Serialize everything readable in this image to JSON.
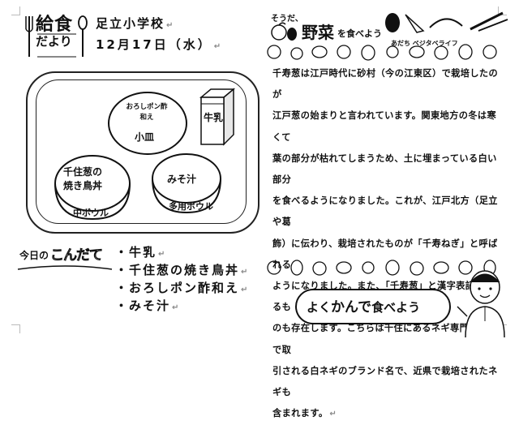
{
  "header": {
    "logo_line1": "給食",
    "logo_line2": "だより",
    "school": "足立小学校",
    "date": "12月17日（水）"
  },
  "tray": {
    "plate_dish_line1": "おろしポン酢",
    "plate_dish_line2": "和え",
    "plate_label": "小皿",
    "milk_label": "牛乳",
    "main_bowl_line1": "千住葱の",
    "main_bowl_line2": "焼き鳥丼",
    "main_bowl_label": "中ボウル",
    "soup_dish": "みそ汁",
    "soup_bowl_label": "多用ボウル"
  },
  "menu": {
    "title_part1": "今日の",
    "title_part2": "こんだて",
    "items": [
      "・牛乳",
      "・千住葱の焼き鳥丼",
      "・おろしポン酢和え",
      "・みそ汁"
    ]
  },
  "right": {
    "header_small": "そうだ、",
    "header_title": "野菜",
    "header_rest": "を食べよう",
    "header_sub": "あだち ベジタベライフ",
    "article_lines": [
      "千寿葱は江戸時代に砂村（今の江東区）で栽培したのが",
      "江戸葱の始まりと言われています。関東地方の冬は寒くて",
      "葉の部分が枯れてしまうため、土に埋まっている白い部分",
      "を食べるようになりました。これが、江戸北方（足立や葛",
      "飾）に伝わり、栽培されたものが「千寿ねぎ」と呼ばれる",
      "ようになりました。また、「千寿葱」と漢字表記されるも",
      "のも存在します。こちらは千住にあるネギ専門の市場で取",
      "引される白ネギのブランド名で、近県で栽培されたネギも",
      "含まれます。"
    ],
    "banner_pre": "よく",
    "banner_kanji": "かんで",
    "banner_post": "食べよう"
  }
}
